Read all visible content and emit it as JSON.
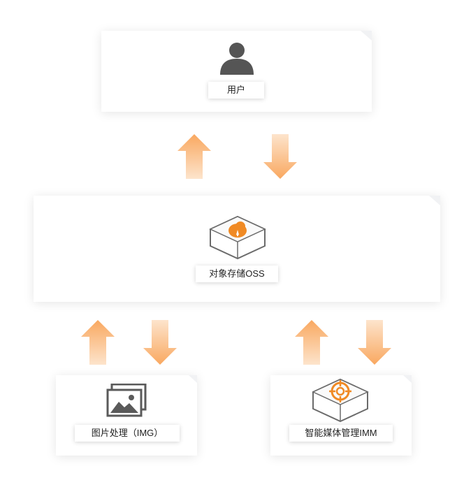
{
  "nodes": {
    "user": {
      "label": "用户"
    },
    "oss": {
      "label": "对象存储OSS"
    },
    "img": {
      "label": "图片处理（IMG）"
    },
    "imm": {
      "label": "智能媒体管理IMM"
    }
  },
  "colors": {
    "arrow_top": "#fcd9b8",
    "arrow_bottom": "#f7a85c",
    "icon_orange": "#f08a24",
    "icon_gray": "#555555"
  },
  "icons": {
    "user": "person-icon",
    "oss": "cloud-box-icon",
    "img": "image-gallery-icon",
    "imm": "target-box-icon"
  }
}
